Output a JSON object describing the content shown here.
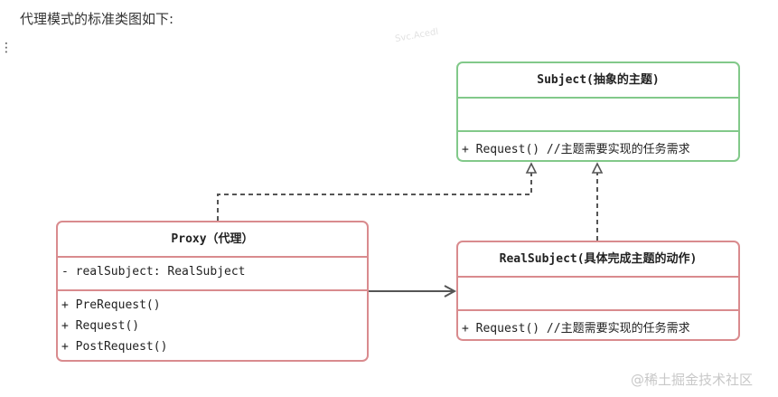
{
  "heading": "代理模式的标准类图如下:",
  "dots": "⋮",
  "faint_text": "Svc.Acedl",
  "subject": {
    "name": "Subject(抽象的主题)",
    "attributes": [],
    "operations": [
      "+ Request() //主题需要实现的任务需求"
    ]
  },
  "proxy": {
    "name": "Proxy（代理）",
    "attributes": [
      "- realSubject: RealSubject"
    ],
    "operations": [
      "+ PreRequest()",
      "+ Request()",
      "+ PostRequest()"
    ]
  },
  "real_subject": {
    "name": "RealSubject(具体完成主题的动作)",
    "attributes": [],
    "operations": [
      "+ Request() //主题需要实现的任务需求"
    ]
  },
  "relationships": [
    {
      "from": "Proxy",
      "to": "Subject",
      "type": "realization"
    },
    {
      "from": "RealSubject",
      "to": "Subject",
      "type": "realization"
    },
    {
      "from": "Proxy",
      "to": "RealSubject",
      "type": "association"
    }
  ],
  "colors": {
    "interface_border": "#82c98a",
    "class_border": "#d98b8e",
    "connector": "#555555"
  },
  "watermark": "@稀土掘金技术社区"
}
